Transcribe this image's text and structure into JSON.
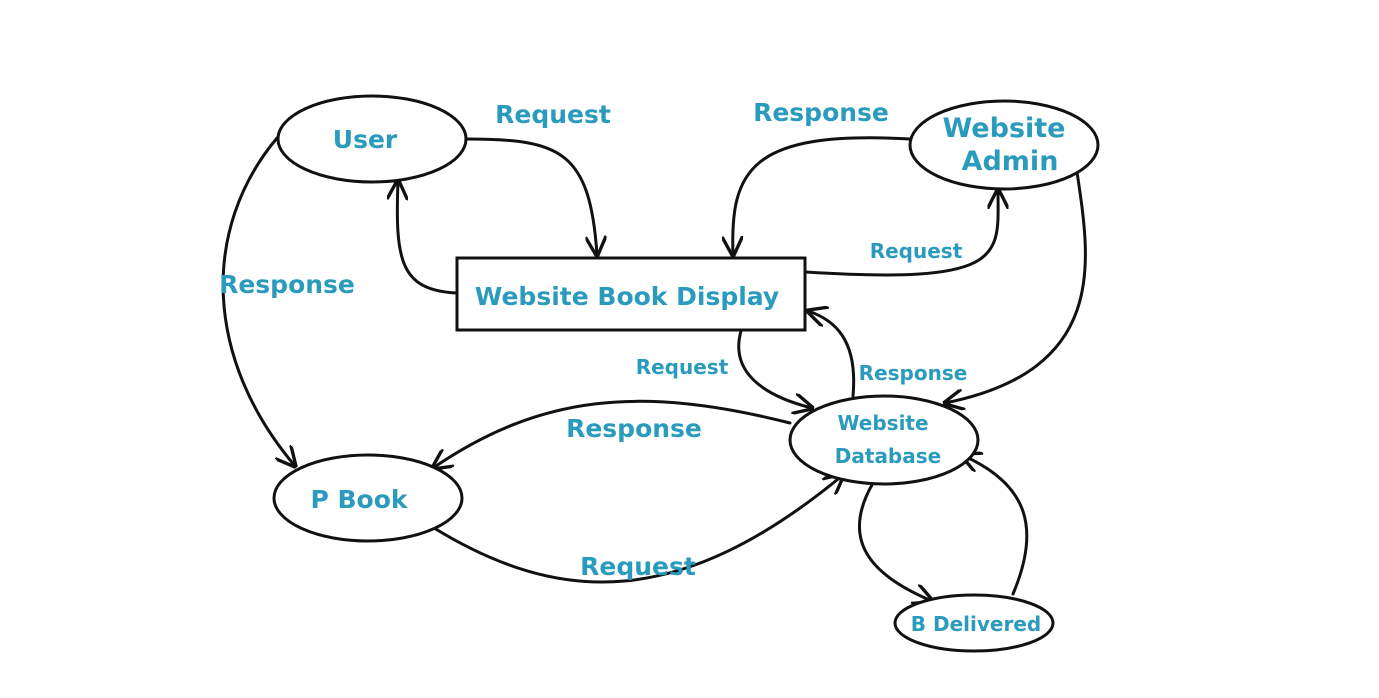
{
  "colors": {
    "label": "#2a9bbd",
    "stroke": "#111111",
    "background": "#ffffff"
  },
  "nodes": {
    "user": "User",
    "admin_line1": "Website",
    "admin_line2": "Admin",
    "display": "Website Book Display",
    "database_line1": "Website",
    "database_line2": "Database",
    "pbook": "P Book",
    "delivered": "B Delivered"
  },
  "edges": {
    "user_to_display": "Request",
    "admin_to_display": "Response",
    "display_to_admin": "Request",
    "user_to_pbook": "Response",
    "display_to_database": "Request",
    "database_to_display": "Response",
    "database_to_pbook": "Response",
    "pbook_to_database": "Request"
  }
}
